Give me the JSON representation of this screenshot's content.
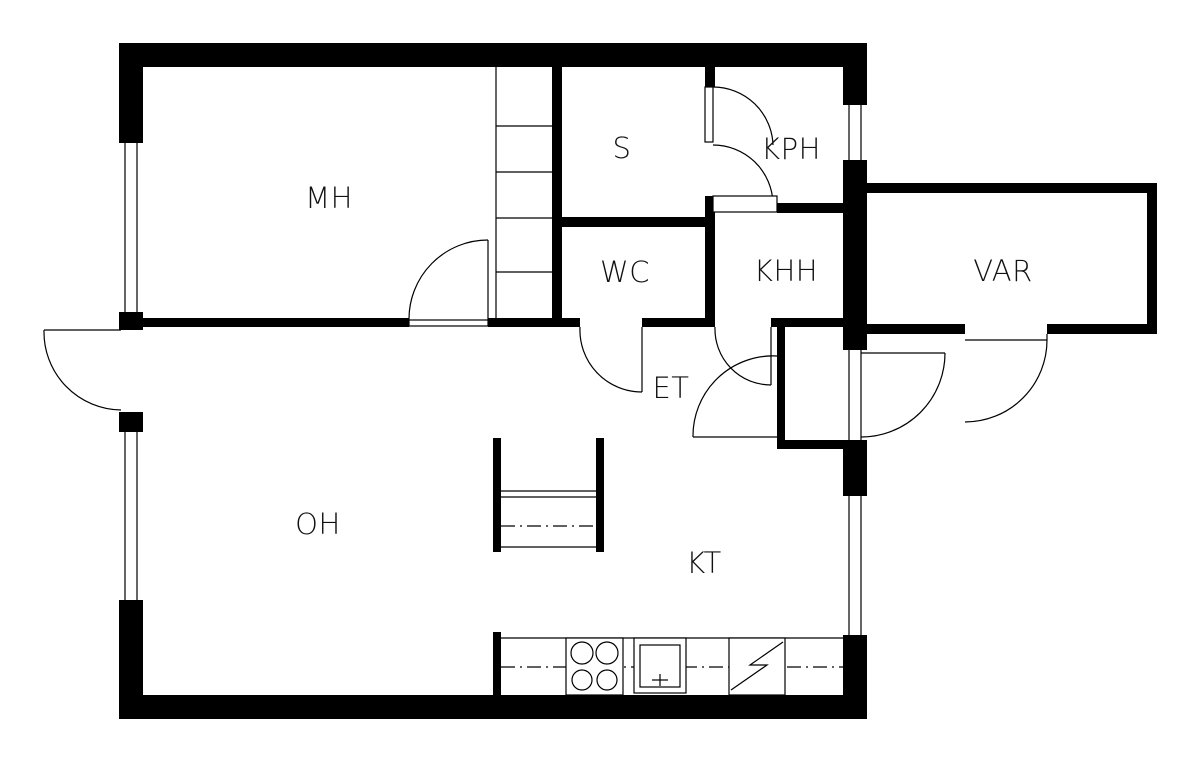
{
  "floorplan": {
    "rooms": [
      {
        "id": "mh",
        "label": "MH"
      },
      {
        "id": "s",
        "label": "S"
      },
      {
        "id": "kph",
        "label": "KPH"
      },
      {
        "id": "wc",
        "label": "WC"
      },
      {
        "id": "khh",
        "label": "KHH"
      },
      {
        "id": "var",
        "label": "VAR"
      },
      {
        "id": "et",
        "label": "ET"
      },
      {
        "id": "oh",
        "label": "OH"
      },
      {
        "id": "kt",
        "label": "KT"
      }
    ]
  }
}
